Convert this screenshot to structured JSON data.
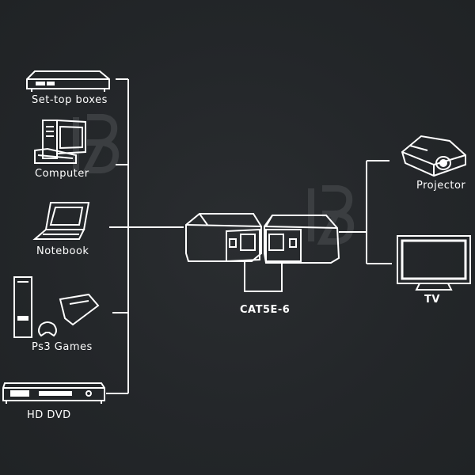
{
  "sources": {
    "settop": {
      "label": "Set-top boxes",
      "icon": "set-top-box-icon"
    },
    "computer": {
      "label": "Computer",
      "icon": "computer-icon"
    },
    "notebook": {
      "label": "Notebook",
      "icon": "notebook-icon"
    },
    "ps3": {
      "label": "Ps3 Games",
      "icon": "game-console-icon"
    },
    "hddvd": {
      "label": "HD DVD",
      "icon": "dvd-player-icon"
    }
  },
  "link": {
    "label": "CAT5E-6"
  },
  "outputs": {
    "projector": {
      "label": "Projector",
      "icon": "projector-icon"
    },
    "tv": {
      "label": "TV",
      "icon": "tv-icon"
    }
  },
  "watermark": {
    "text": "IB"
  },
  "colors": {
    "background": "#24272a",
    "line": "#ffffff",
    "watermark": "#3a3d40"
  }
}
